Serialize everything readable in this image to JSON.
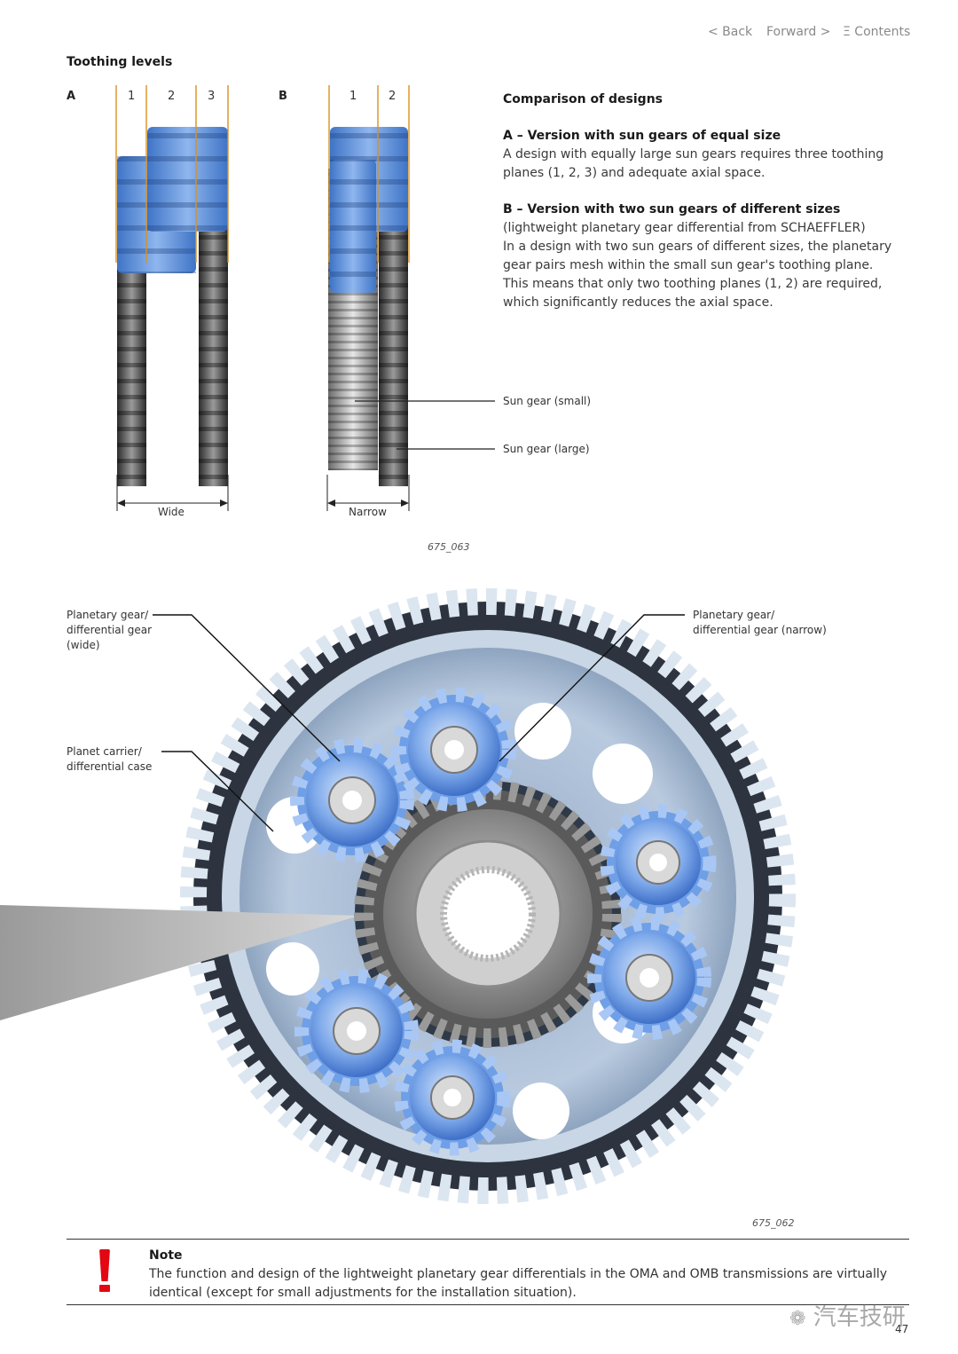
{
  "nav": {
    "back": "< Back",
    "forward": "Forward >",
    "contents": "Ξ Contents"
  },
  "section_title": "Toothing levels",
  "diagram_a": {
    "label": "A",
    "columns": [
      "1",
      "2",
      "3"
    ],
    "width_label": "Wide"
  },
  "diagram_b": {
    "label": "B",
    "columns": [
      "1",
      "2"
    ],
    "width_label": "Narrow"
  },
  "callouts_top": {
    "sun_small": "Sun gear (small)",
    "sun_large": "Sun gear (large)"
  },
  "figure_top_id": "675_063",
  "comparison": {
    "heading": "Comparison of designs",
    "a_title": "A – Version with sun gears of equal size",
    "a_body": "A design with equally large sun gears requires three toothing planes (1, 2, 3) and adequate axial space.",
    "b_title": "B – Version with two sun gears of different sizes",
    "b_sub": "(lightweight planetary gear differential from SCHAEFFLER)",
    "b_body": "In a design with two sun gears of different sizes, the planetary gear pairs mesh within the small sun gear's toothing plane. This means that only two toothing planes (1, 2) are required, which significantly reduces the axial space."
  },
  "callouts_bottom": {
    "planet_wide": [
      "Planetary gear/",
      "differential gear",
      "(wide)"
    ],
    "planet_narrow": [
      "Planetary gear/",
      "differential gear (narrow)"
    ],
    "carrier": [
      "Planet carrier/",
      "differential case"
    ]
  },
  "figure_bottom_id": "675_062",
  "note": {
    "title": "Note",
    "body": "The function and design of the lightweight planetary gear differentials in the OMA and OMB transmissions are virtually identical (except for small adjustments for the installation situation)."
  },
  "watermark": "汽车技研",
  "page_number": "47",
  "colors": {
    "accent": "#e30613",
    "orange": "#d9921e",
    "blue": "#4a86d8"
  }
}
